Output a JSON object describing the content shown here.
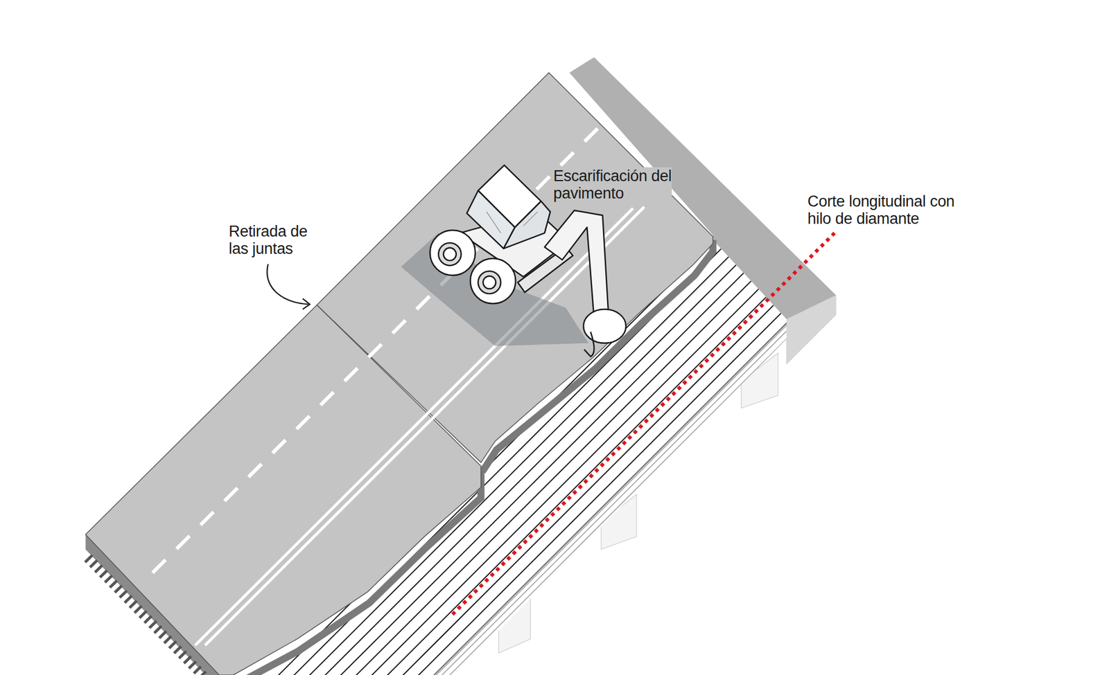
{
  "diagram": {
    "labels": [
      "Retirada de las juntas",
      "Escarificación del pavimento",
      "Corte longitudinal con hilo de diamante"
    ]
  }
}
